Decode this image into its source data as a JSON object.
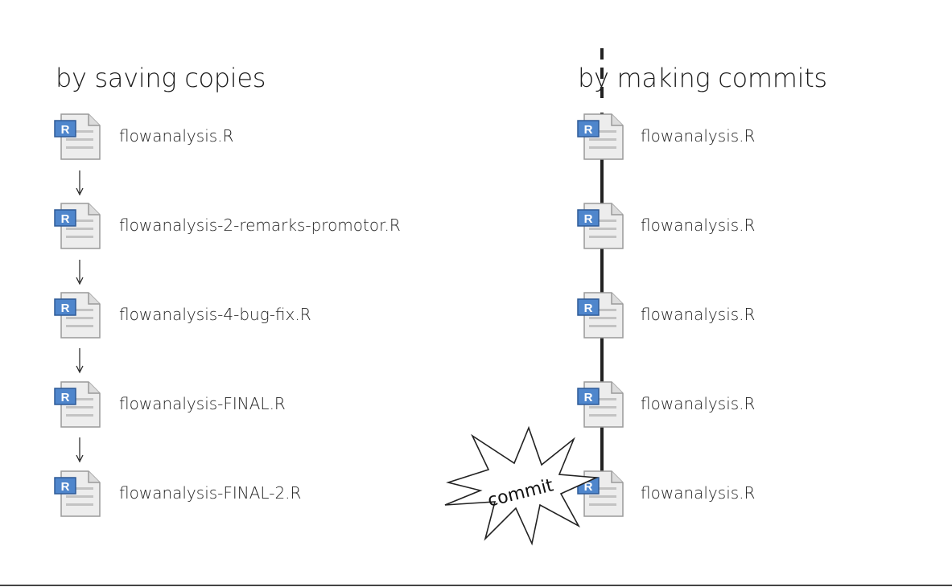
{
  "left": {
    "heading": "by saving copies",
    "files": [
      {
        "name": "flowanalysis.R"
      },
      {
        "name": "flowanalysis-2-remarks-promotor.R"
      },
      {
        "name": "flowanalysis-4-bug-fix.R"
      },
      {
        "name": "flowanalysis-FINAL.R"
      },
      {
        "name": "flowanalysis-FINAL-2.R"
      }
    ]
  },
  "right": {
    "heading": "by making commits",
    "files": [
      {
        "name": "flowanalysis.R"
      },
      {
        "name": "flowanalysis.R"
      },
      {
        "name": "flowanalysis.R"
      },
      {
        "name": "flowanalysis.R"
      },
      {
        "name": "flowanalysis.R"
      }
    ],
    "burst_label": "commit"
  },
  "icon": {
    "letter": "R",
    "name": "r-file-icon"
  },
  "colors": {
    "icon_blue": "#3f74b8",
    "page": "#ededed",
    "text": "#1f1f1f",
    "line": "#222222"
  }
}
